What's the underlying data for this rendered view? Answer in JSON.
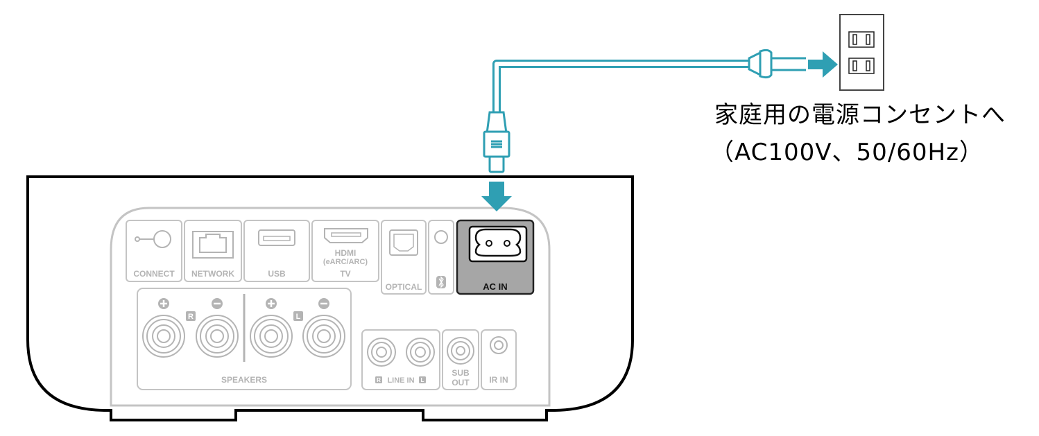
{
  "panel": {
    "connect": "CONNECT",
    "network": "NETWORK",
    "usb": "USB",
    "hdmi_line1": "HDMI",
    "hdmi_line2": "(eARC/ARC)",
    "hdmi_line3": "TV",
    "optical": "OPTICAL",
    "ac_in": "AC IN",
    "speakers": "SPEAKERS",
    "speaker_r_badge": "R",
    "speaker_l_badge": "L",
    "line_in_r_badge": "R",
    "line_in": "LINE IN",
    "line_in_l_badge": "L",
    "sub_line1": "SUB",
    "sub_line2": "OUT",
    "ir_in": "IR IN",
    "plus_symbol": "+",
    "minus_symbol": "−"
  },
  "caption": {
    "line1": "家庭用の電源コンセントへ",
    "line2": "（AC100V、50/60Hz）"
  },
  "colors": {
    "cable": "#2f9fb3",
    "panel_gray": "#b4b4b4",
    "ac_highlight": "#a6a6a6",
    "outline": "#000000"
  }
}
